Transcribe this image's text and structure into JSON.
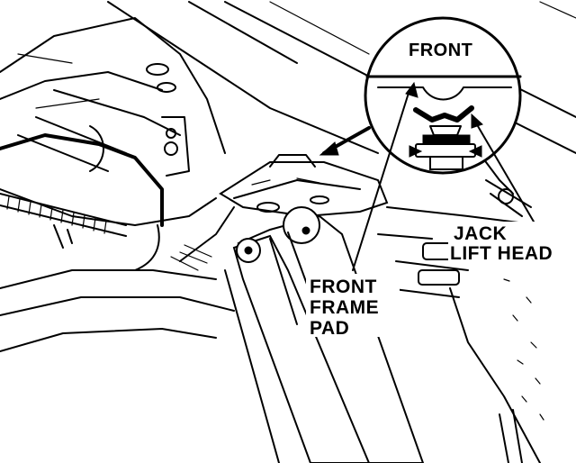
{
  "diagram": {
    "inset_label": "FRONT",
    "callouts": [
      {
        "id": "jack-lift-head",
        "lines": [
          "JACK",
          "LIFT HEAD"
        ]
      },
      {
        "id": "front-frame-pad",
        "lines": [
          "FRONT",
          "FRAME",
          "PAD"
        ]
      }
    ]
  },
  "colors": {
    "ink": "#000000",
    "paper": "#ffffff"
  }
}
